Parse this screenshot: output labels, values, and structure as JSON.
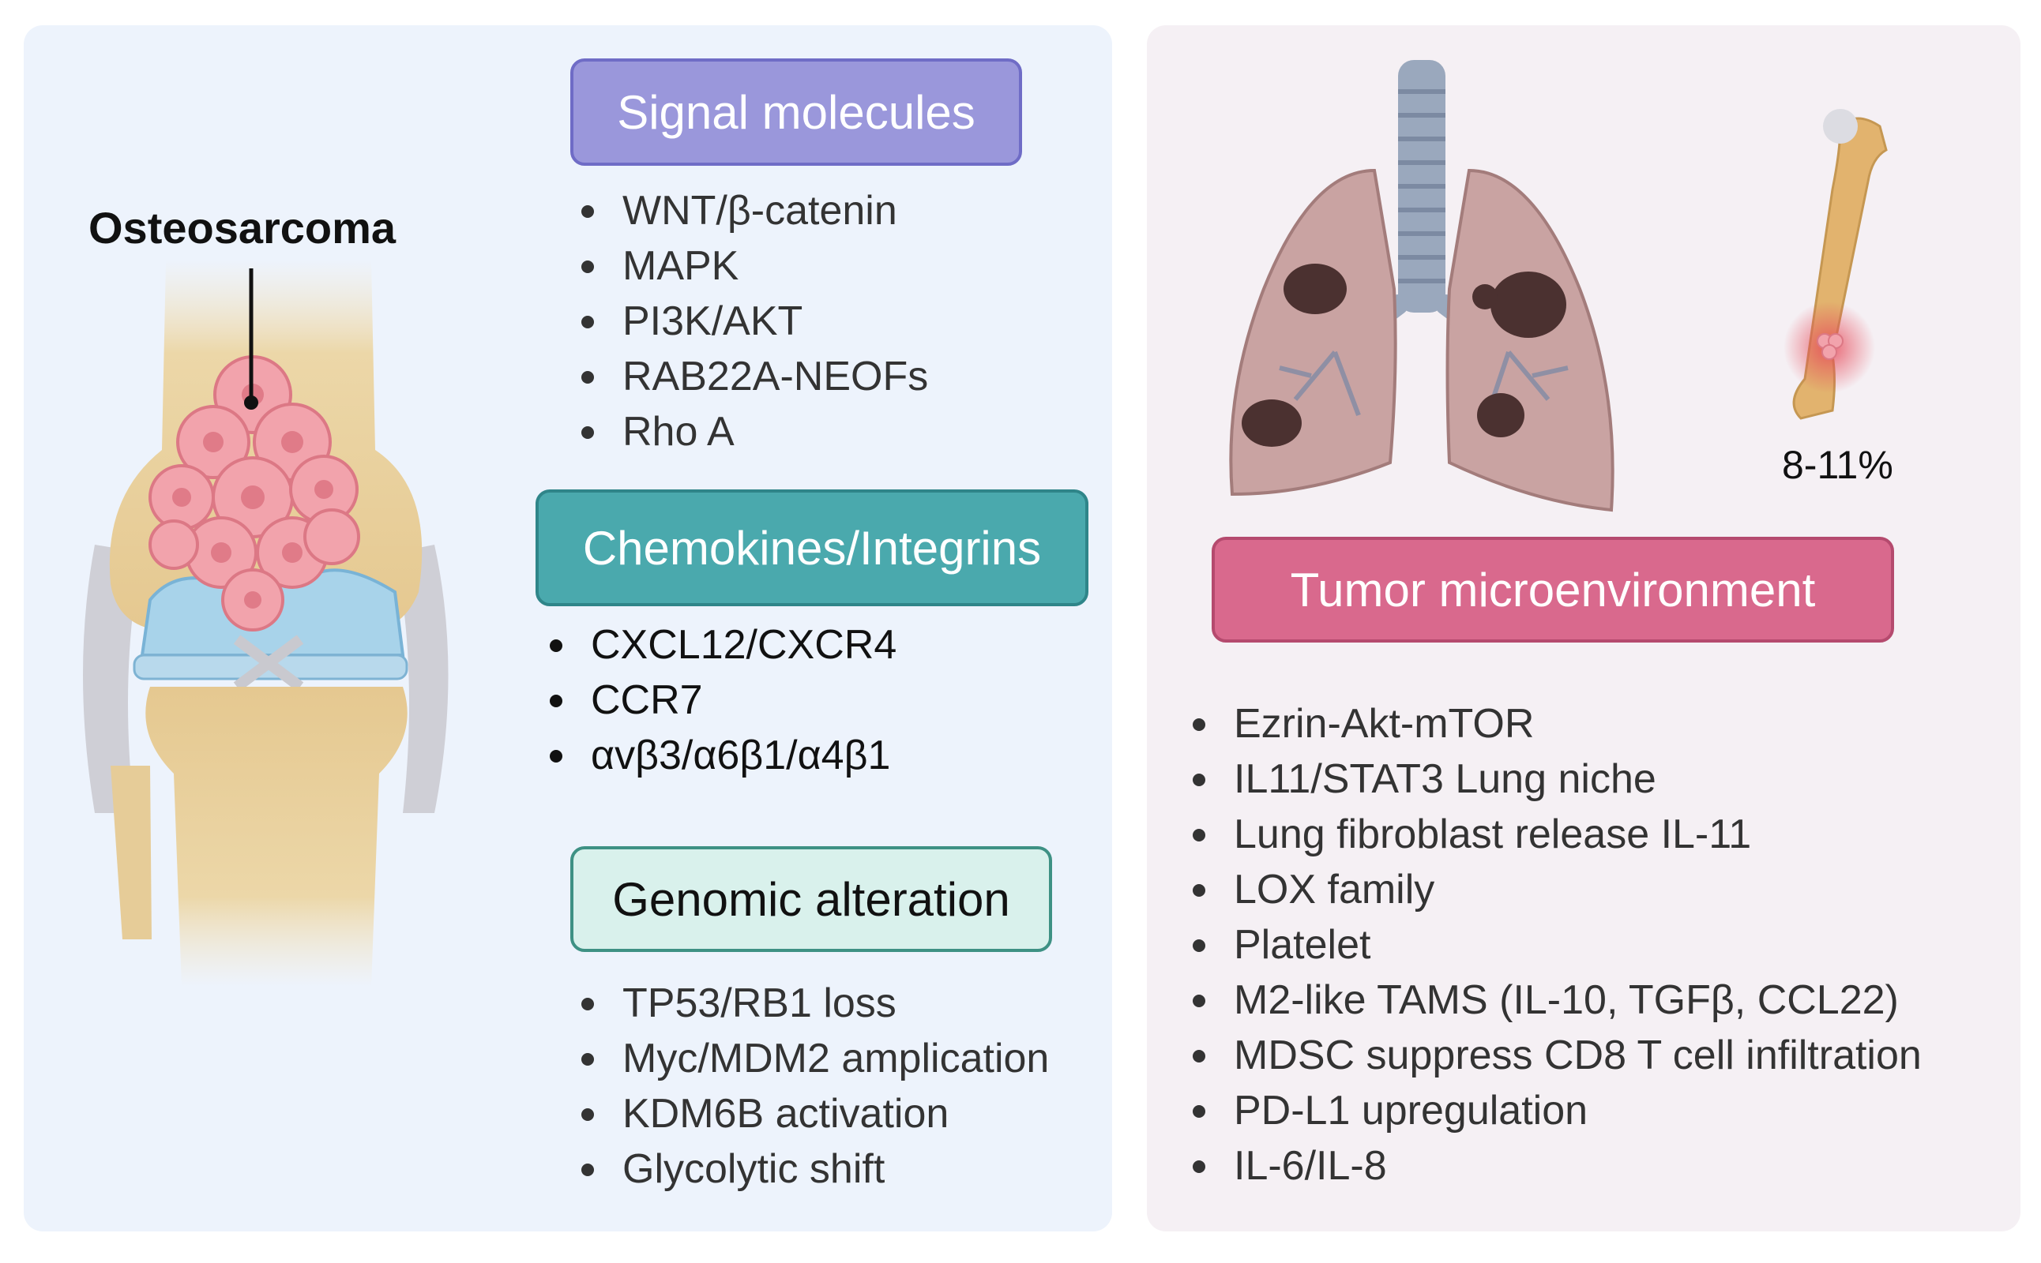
{
  "left": {
    "title": "Osteosarcoma",
    "signal": {
      "header": "Signal molecules",
      "items": [
        "WNT/β-catenin",
        "MAPK",
        "PI3K/AKT",
        "RAB22A-NEOFs",
        "Rho A"
      ]
    },
    "chemokines": {
      "header": "Chemokines/Integrins",
      "items": [
        "CXCL12/CXCR4",
        "CCR7",
        "αvβ3/α6β1/α4β1"
      ]
    },
    "genomic": {
      "header": "Genomic alteration",
      "items": [
        "TP53/RB1 loss",
        "Myc/MDM2 amplication",
        "KDM6B activation",
        "Glycolytic shift"
      ]
    }
  },
  "right": {
    "percent": "8-11%",
    "tme": {
      "header": "Tumor microenvironment",
      "items": [
        "Ezrin-Akt-mTOR",
        "IL11/STAT3 Lung niche",
        "Lung fibroblast release IL-11",
        "LOX family",
        "Platelet",
        "M2-like TAMS (IL-10, TGFβ, CCL22)",
        "MDSC suppress CD8 T cell infiltration",
        "PD-L1 upregulation",
        "IL-6/IL-8"
      ]
    }
  },
  "colors": {
    "signal": "#9a97db",
    "chemokines": "#4aa9ad",
    "genomic": "#d9f1ec",
    "tme": "#d9698d"
  },
  "icons": [
    "knee-joint-illustration",
    "lungs-illustration",
    "femur-bone-illustration"
  ]
}
